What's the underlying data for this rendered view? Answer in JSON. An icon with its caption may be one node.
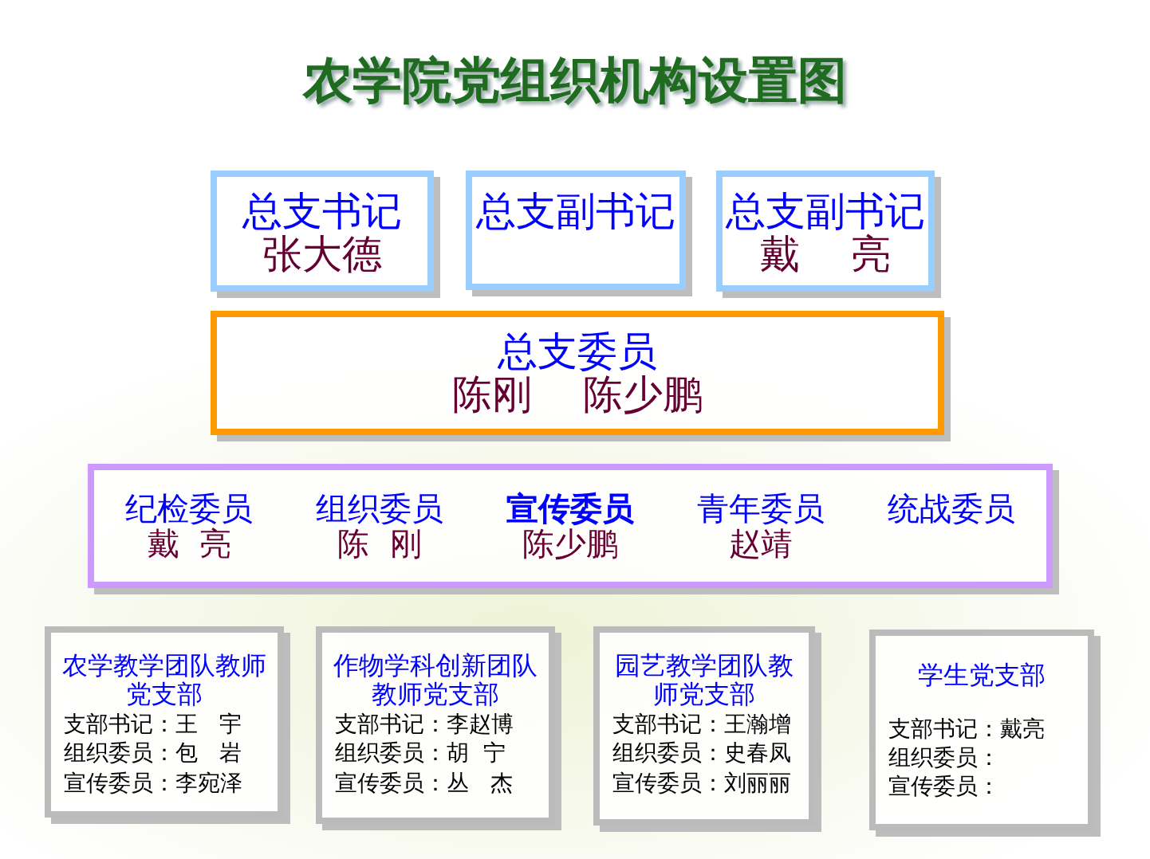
{
  "diagram": {
    "title": "农学院党组织机构设置图",
    "nodes": [
      {
        "text": [
          "总支书记",
          "张大德"
        ]
      },
      {
        "text": [
          "总支副书记"
        ]
      },
      {
        "text": [
          "总支副书记",
          "戴    亮"
        ]
      },
      {
        "text": [
          "总支委员",
          "陈刚    陈少鹏"
        ]
      },
      {
        "text": [
          "纪检委员",
          "戴  亮",
          "组织委员",
          "陈  刚",
          "宣传委员",
          "陈少鹏",
          "青年委员",
          "赵靖",
          "统战委员"
        ]
      },
      {
        "text": [
          "农学教学团队教师党支部",
          "支部书记：王   宇",
          "组织委员：包   岩",
          "宣传委员：李宛泽"
        ]
      },
      {
        "text": [
          "作物学科创新团队教师党支部",
          "支部书记：李赵博",
          "组织委员：胡  宁",
          "宣传委员：丛   杰"
        ]
      },
      {
        "text": [
          "园艺教学团队教师党支部",
          "支部书记：王瀚增",
          "组织委员：史春凤",
          "宣传委员：刘丽丽"
        ]
      },
      {
        "text": [
          "学生党支部",
          "支部书记：戴亮",
          "组织委员：",
          "宣传委员："
        ]
      }
    ],
    "edges": []
  }
}
